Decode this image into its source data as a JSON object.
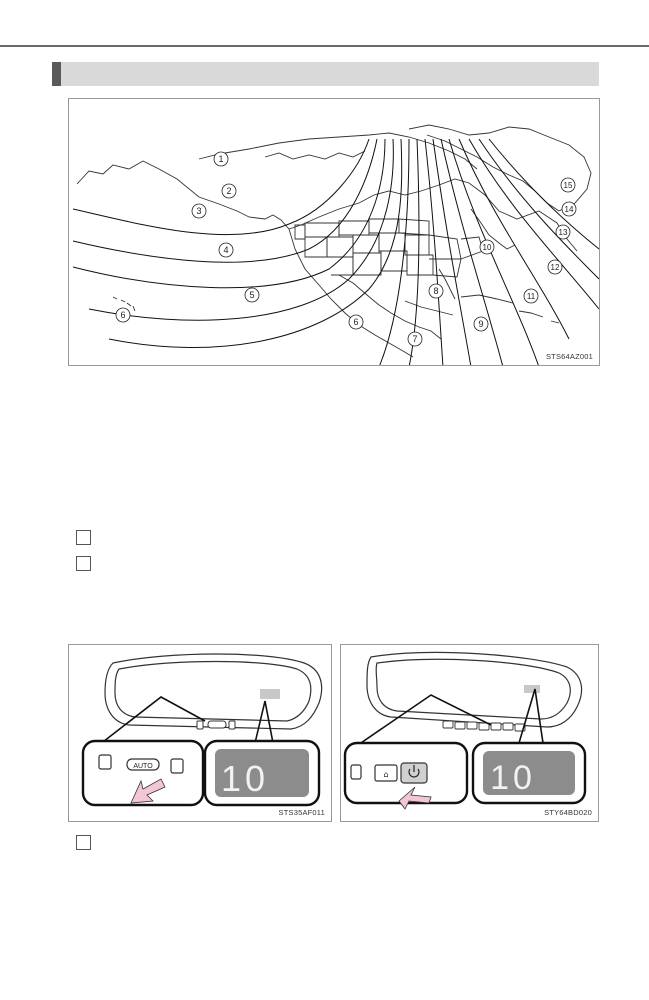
{
  "figures": {
    "map": {
      "code": "STS64AZ001",
      "zone_labels": [
        "1",
        "2",
        "3",
        "4",
        "5",
        "6",
        "6",
        "7",
        "8",
        "9",
        "10",
        "11",
        "12",
        "13",
        "14",
        "15"
      ]
    },
    "mirror_left": {
      "code": "STS35AF011",
      "button_label": "AUTO",
      "display_value": "10"
    },
    "mirror_right": {
      "code": "STY64BD020",
      "display_value": "10"
    }
  },
  "colors": {
    "arrow": "#f3c6d3",
    "lcd": "#8c8c8c",
    "section_bar": "#d9d9d9",
    "section_accent": "#5a5a5a"
  }
}
